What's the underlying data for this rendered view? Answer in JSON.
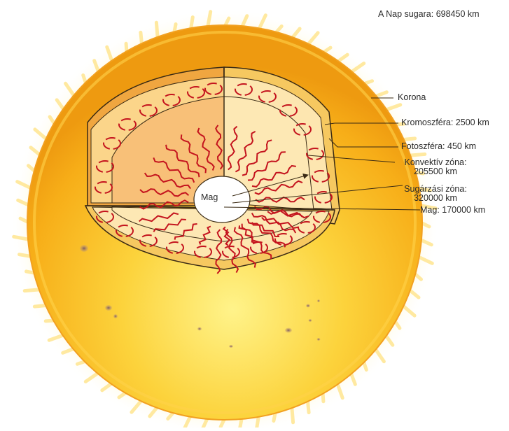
{
  "diagram": {
    "radius_text": "A Nap sugara: 698450 km",
    "labels": {
      "corona": "Korona",
      "chromosphere": "Kromoszféra: 2500 km",
      "photosphere": "Fotoszféra: 450 km",
      "convective_line1": "Konvektív zóna:",
      "convective_line2": "205500 km",
      "radiative_line1": "Sugárzási zóna:",
      "radiative_line2": "320000 km",
      "core": "Mag: 170000 km",
      "core_inner": "Mag"
    },
    "colors": {
      "corona": "#fff6c8",
      "surface": "#f8b418",
      "surface_light": "#ffe86a",
      "cutaway": "#fdeaa8",
      "cutaway_shadow": "#f9cf7a",
      "arrows": "#c4141e",
      "core": "#ffffff",
      "lines": "#3a2a14"
    }
  }
}
